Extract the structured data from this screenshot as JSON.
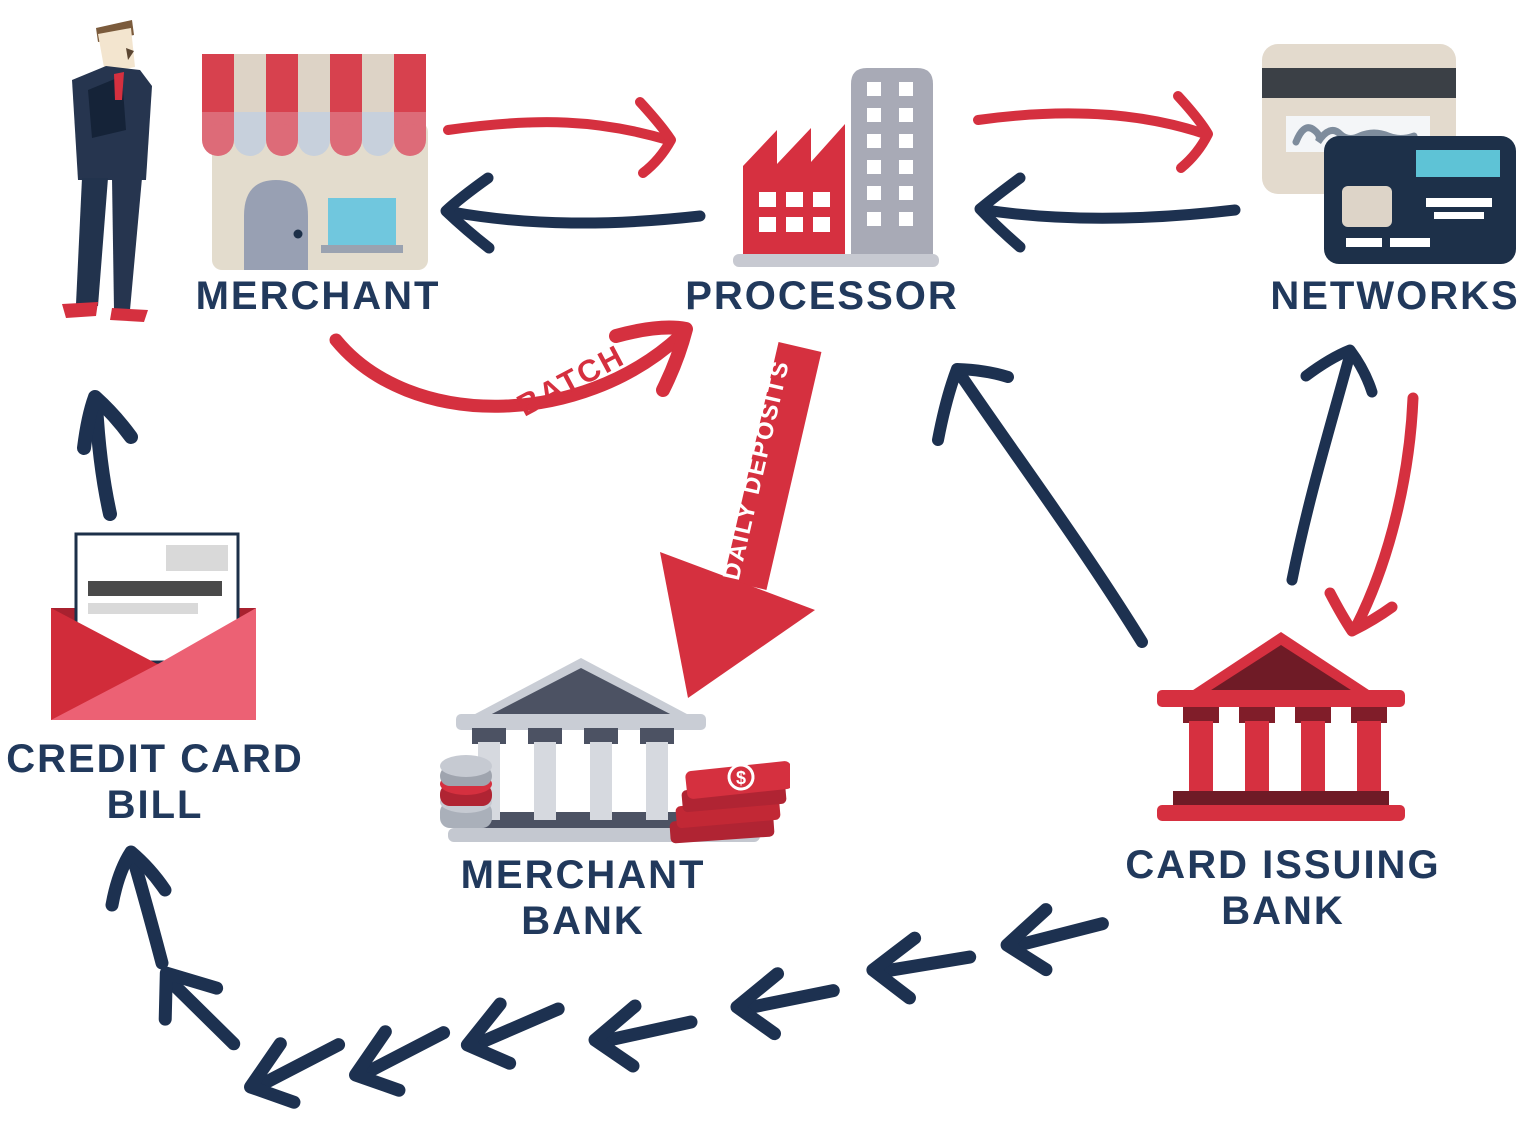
{
  "diagram": {
    "subject": "credit card payment processing flow",
    "nodes": {
      "customer": {
        "icon": "customer-person-icon"
      },
      "merchant": {
        "label": "MERCHANT",
        "icon": "storefront-icon"
      },
      "processor": {
        "label": "PROCESSOR",
        "icon": "factory-building-icon"
      },
      "networks": {
        "label": "NETWORKS",
        "icon": "credit-cards-icon"
      },
      "credit_card_bill": {
        "label": "CREDIT CARD BILL",
        "icon": "envelope-bill-icon"
      },
      "merchant_bank": {
        "label": "MERCHANT BANK",
        "icon": "bank-building-icon"
      },
      "card_issuing_bank": {
        "label": "CARD ISSUING BANK",
        "icon": "red-bank-building-icon"
      }
    },
    "edges": [
      {
        "from": "MERCHANT",
        "to": "PROCESSOR",
        "color": "red",
        "style": "sketch-line",
        "label": ""
      },
      {
        "from": "PROCESSOR",
        "to": "MERCHANT",
        "color": "navy",
        "style": "sketch-line",
        "label": ""
      },
      {
        "from": "PROCESSOR",
        "to": "NETWORKS",
        "color": "red",
        "style": "sketch-line",
        "label": ""
      },
      {
        "from": "NETWORKS",
        "to": "PROCESSOR",
        "color": "navy",
        "style": "sketch-line",
        "label": ""
      },
      {
        "from": "MERCHANT",
        "to": "PROCESSOR",
        "color": "red",
        "style": "curved-sketch",
        "label": "BATCH"
      },
      {
        "from": "PROCESSOR",
        "to": "MERCHANT BANK",
        "color": "red",
        "style": "solid-ribbon",
        "label": "DAILY DEPOSITS"
      },
      {
        "from": "CARD ISSUING BANK",
        "to": "PROCESSOR",
        "color": "navy",
        "style": "sketch-line",
        "label": ""
      },
      {
        "from": "CARD ISSUING BANK",
        "to": "NETWORKS",
        "color": "navy",
        "style": "sketch-line",
        "label": ""
      },
      {
        "from": "NETWORKS",
        "to": "CARD ISSUING BANK",
        "color": "red",
        "style": "sketch-line",
        "label": ""
      },
      {
        "from": "CARD ISSUING BANK",
        "to": "CREDIT CARD BILL",
        "color": "navy",
        "style": "chevron-dashes",
        "label": ""
      },
      {
        "from": "CREDIT CARD BILL",
        "to": "CUSTOMER",
        "color": "navy",
        "style": "sketch-line",
        "label": ""
      }
    ],
    "icons": {
      "dollar": "$"
    },
    "colors": {
      "arrow_red": "#d5303f",
      "arrow_navy": "#1d3150",
      "label_navy": "#21395c",
      "ribbon_red": "#d5303f",
      "background": "#ffffff"
    }
  }
}
